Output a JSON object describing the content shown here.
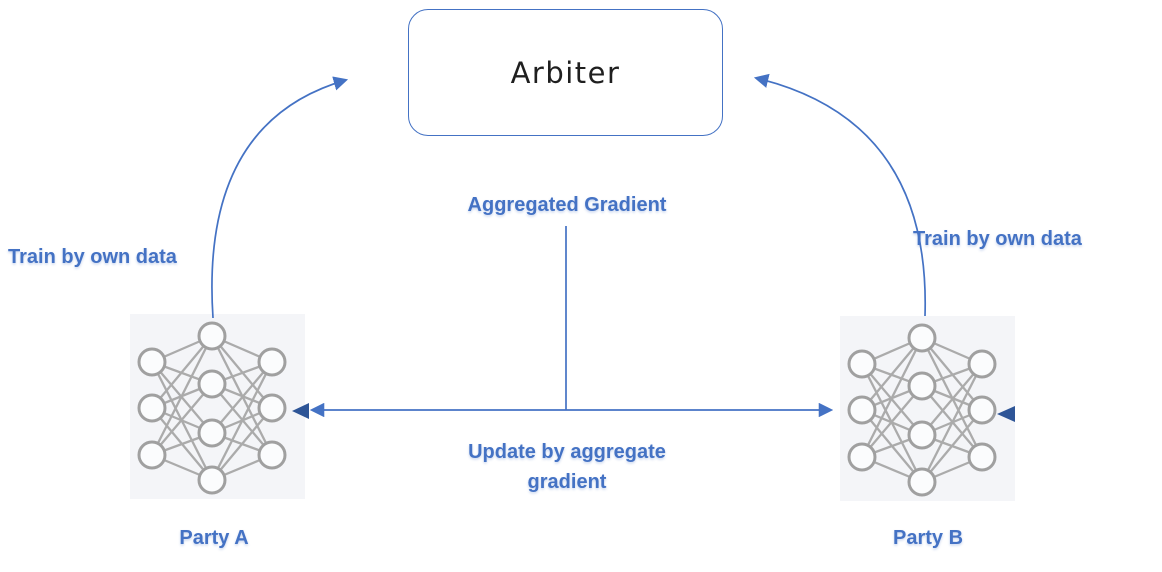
{
  "diagram": {
    "arbiter": {
      "label": "Arbiter"
    },
    "parties": [
      {
        "label": "Party A",
        "icon": "neural-network-icon"
      },
      {
        "label": "Party B",
        "icon": "neural-network-icon"
      }
    ],
    "edges": {
      "aggregated_gradient": "Aggregated Gradient",
      "train_left": "Train by own data",
      "train_right": "Train by own data",
      "update": "Update by aggregate gradient"
    },
    "colors": {
      "accent_blue": "#4472C4",
      "dark_arrowhead_blue": "#2E5597",
      "node_gray": "#A0A0A0",
      "icon_background": "#F4F5F8",
      "arbiter_text": "#1F1F1F"
    }
  }
}
